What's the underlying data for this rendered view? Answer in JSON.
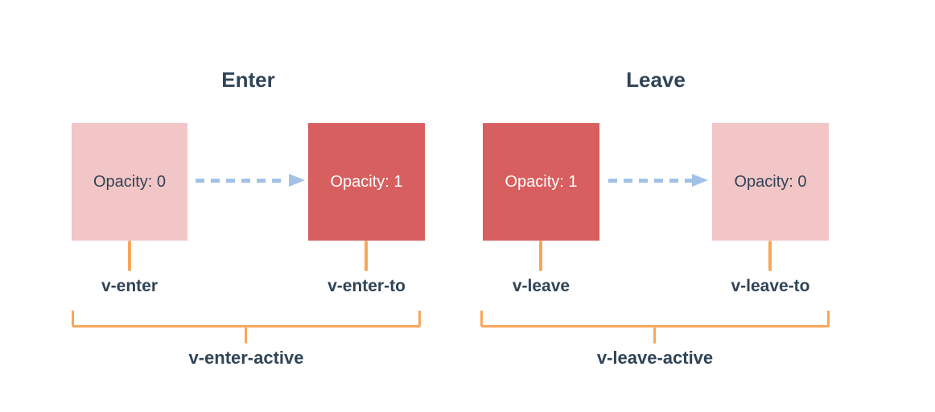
{
  "colors": {
    "box_faded": "#f2c5c6",
    "box_solid": "#d85f5f",
    "connector_orange": "#f7a65a",
    "arrow_blue": "#a1c2e6",
    "text_dark": "#304456",
    "text_light": "#ffffff",
    "background": "#ffffff"
  },
  "sections": [
    {
      "title": "Enter",
      "from_box_label": "Opacity: 0",
      "to_box_label": "Opacity: 1",
      "from_class_label": "v-enter",
      "to_class_label": "v-enter-to",
      "active_class_label": "v-enter-active"
    },
    {
      "title": "Leave",
      "from_box_label": "Opacity: 1",
      "to_box_label": "Opacity: 0",
      "from_class_label": "v-leave",
      "to_class_label": "v-leave-to",
      "active_class_label": "v-leave-active"
    }
  ]
}
